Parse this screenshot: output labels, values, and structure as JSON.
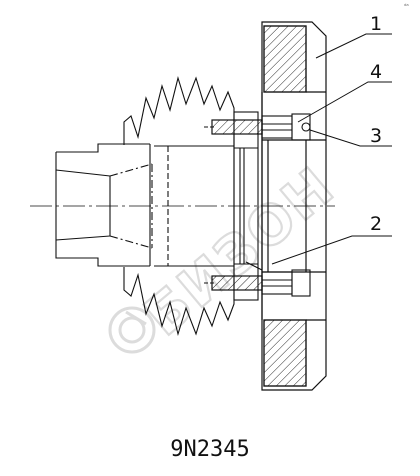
{
  "drawing": {
    "part_number": "9N2345",
    "callouts": [
      "1",
      "4",
      "3",
      "2"
    ],
    "corner_mark": "ᵈᵃ",
    "watermark_text": "БИЗОН",
    "colors": {
      "line": "#111111",
      "watermark": "#dcdcdc",
      "background": "#ffffff"
    }
  }
}
